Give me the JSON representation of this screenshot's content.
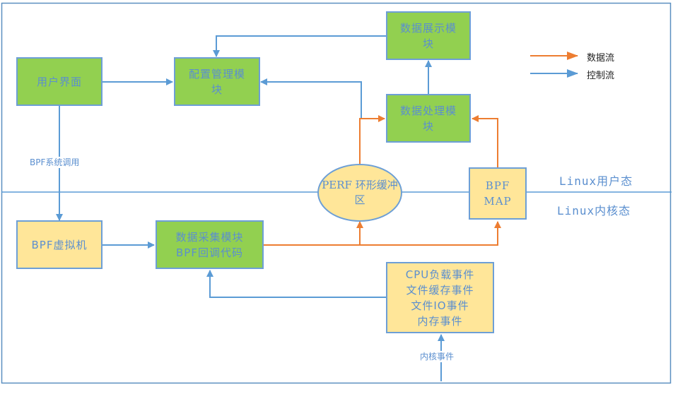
{
  "colors": {
    "control_flow": "#5b9bd5",
    "data_flow": "#ed7d31",
    "module_green": "#92d050",
    "module_yellow": "#ffe699",
    "border": "#6d9fd6",
    "text": "#5b8fcf"
  },
  "legend": {
    "data_flow": "数据流",
    "control_flow": "控制流"
  },
  "zones": {
    "user_space": "Linux用户态",
    "kernel_space": "Linux内核态"
  },
  "nodes": {
    "user_interface": [
      "用户界面"
    ],
    "config_module": [
      "配置管理模",
      "块"
    ],
    "display_module": [
      "数据展示模",
      "块"
    ],
    "process_module": [
      "数据处理模",
      "块"
    ],
    "perf_buffer": [
      "PERF",
      "环形缓冲",
      "区"
    ],
    "bpf_map": [
      "BPF",
      "MAP"
    ],
    "bpf_vm": [
      "BPF虚拟机"
    ],
    "collect_module": [
      "数据采集模块",
      "BPF回调代码"
    ],
    "kernel_events": [
      "CPU负载事件",
      "文件缓存事件",
      "文件IO事件",
      "内存事件"
    ]
  },
  "edge_labels": {
    "bpf_syscall": "BPF系统调用",
    "kernel_event": "内核事件"
  }
}
